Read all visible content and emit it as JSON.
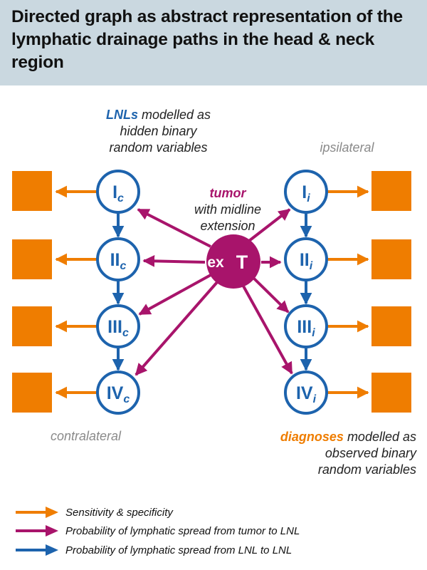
{
  "header": {
    "title": "Directed graph as abstract representation of the lymphatic drainage paths in the head & neck region"
  },
  "annotations": {
    "lnls_keyword": "LNLs",
    "lnls_rest": "modelled as",
    "lnls_line2": "hidden binary",
    "lnls_line3": "random variables",
    "ipsilateral": "ipsilateral",
    "contralateral": "contralateral",
    "tumor_keyword": "tumor",
    "tumor_line2": "with midline",
    "tumor_line3": "extension",
    "diag_keyword": "diagnoses",
    "diag_rest": "modelled as",
    "diag_line2": "observed binary",
    "diag_line3": "random variables"
  },
  "tumor": {
    "ex_label": "ex",
    "t_label": "T"
  },
  "nodes_contralateral": [
    {
      "label": "I",
      "sub": "c"
    },
    {
      "label": "II",
      "sub": "c"
    },
    {
      "label": "III",
      "sub": "c"
    },
    {
      "label": "IV",
      "sub": "c"
    }
  ],
  "nodes_ipsilateral": [
    {
      "label": "I",
      "sub": "i"
    },
    {
      "label": "II",
      "sub": "i"
    },
    {
      "label": "III",
      "sub": "i"
    },
    {
      "label": "IV",
      "sub": "i"
    }
  ],
  "legend": [
    {
      "text": "Sensitivity & specificity",
      "color": "#ef7d00"
    },
    {
      "text": "Probability of lymphatic spread from tumor to LNL",
      "color": "#a8146b"
    },
    {
      "text": "Probability of lymphatic spread from LNL to LNL",
      "color": "#1d63ad"
    }
  ],
  "colors": {
    "lnl_blue": "#1d63ad",
    "tumor_magenta": "#a8146b",
    "diagnosis_orange": "#ef7d00",
    "header_bg": "#cad8e0"
  }
}
